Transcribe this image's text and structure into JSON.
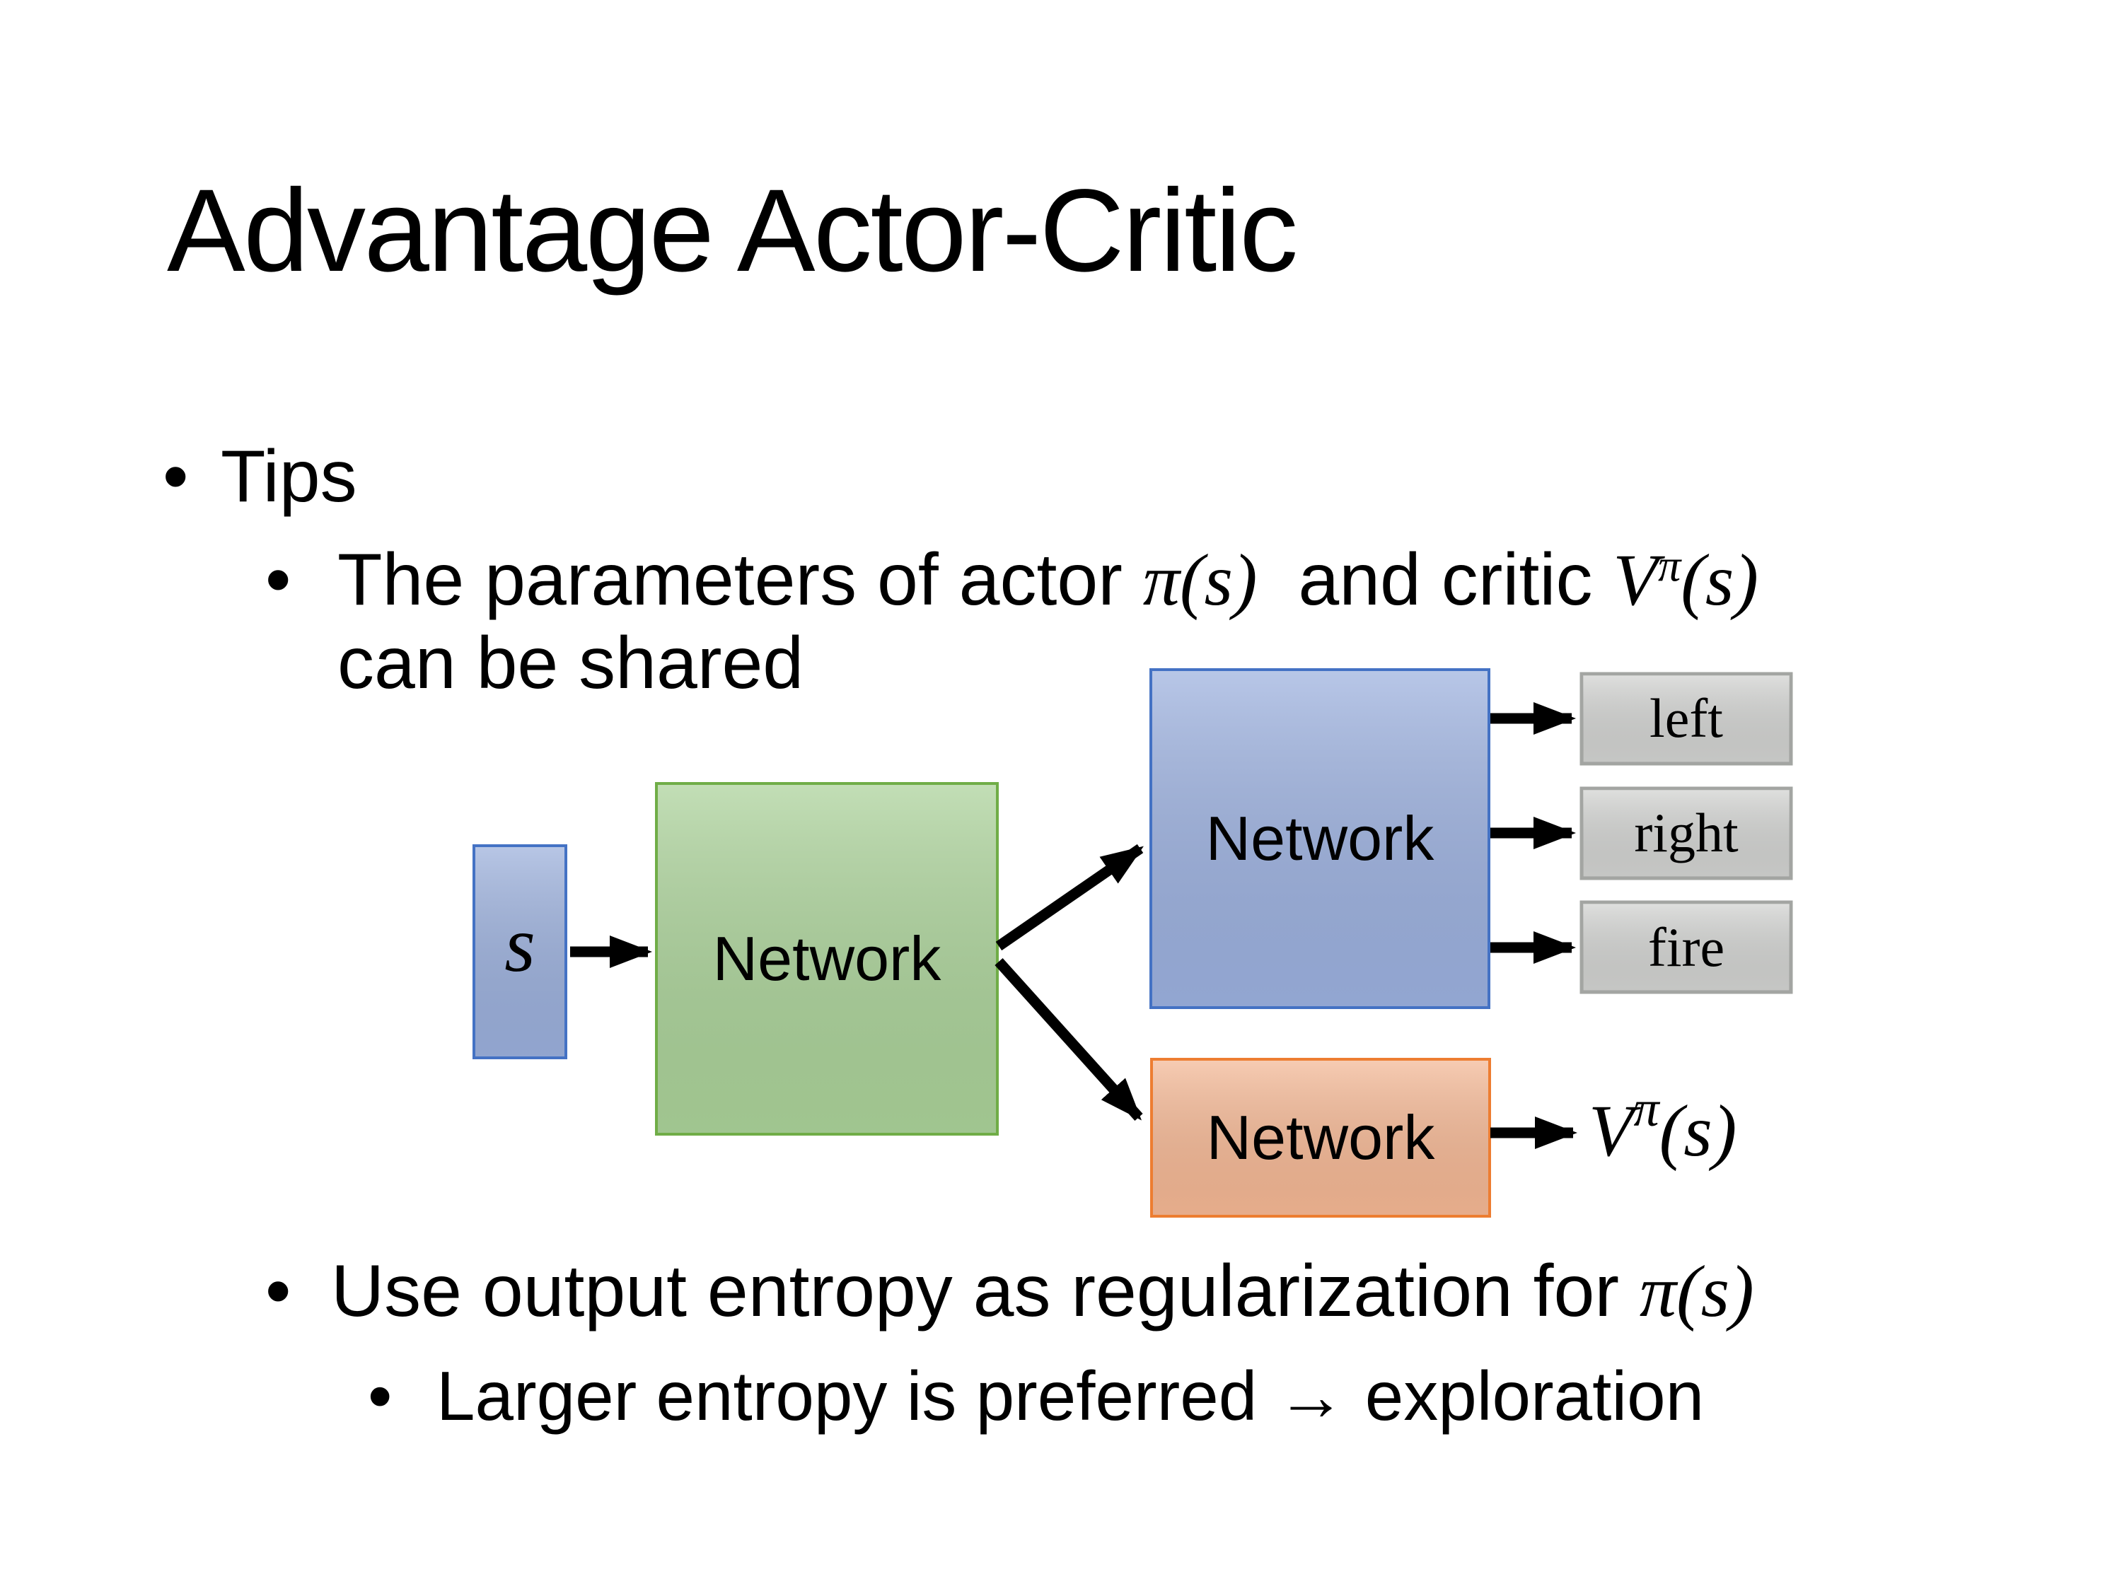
{
  "slide": {
    "title": "Advantage Actor-Critic",
    "bullet_char": "•",
    "tips_label": "Tips",
    "tip_shared": {
      "pre": "The parameters of actor ",
      "math_actor": "π(s)",
      "mid": "  and critic ",
      "math_critic_base": "V",
      "math_critic_sup": "π",
      "math_critic_arg": "(s)",
      "line2": "can be shared"
    },
    "tip_entropy": {
      "pre": "Use output entropy as regularization for ",
      "math": "π(s)"
    },
    "tip_exploration": "Larger entropy is preferred → exploration"
  },
  "diagram": {
    "state_label": "s",
    "shared_network_label": "Network",
    "actor_network_label": "Network",
    "critic_network_label": "Network",
    "action_labels": [
      "left",
      "right",
      "fire"
    ],
    "value_base": "V",
    "value_sup": "π",
    "value_arg": "(s)",
    "colors": {
      "state_fill": "#98ADDA",
      "state_border": "#4472C4",
      "shared_fill": "#A8D096",
      "shared_border": "#70AD47",
      "actor_fill": "#99AEDD",
      "actor_border": "#4472C4",
      "critic_fill": "#F3B591",
      "critic_border": "#ED7D31",
      "action_fill": "#D0D1CF",
      "action_border": "#A3A5A2",
      "arrow": "#000000",
      "text": "#000000"
    }
  }
}
